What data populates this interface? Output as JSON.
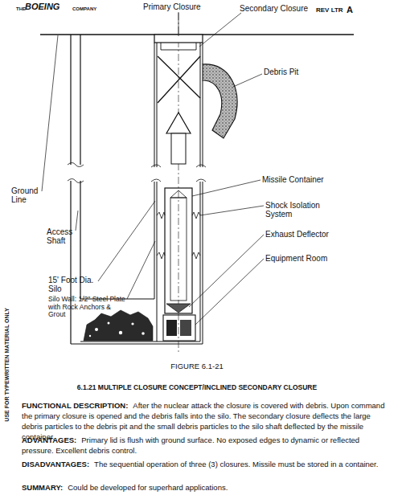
{
  "diagram": {
    "title": "6.1.21 MULTIPLE CLOSURE CONCEPT/INCLINED SECONDARY CLOSURE",
    "caption": "FIGURE 6.1-21",
    "labels": [
      "THE",
      "BOEING",
      "COMPANY",
      "REV LTR",
      "A",
      "Primary Closure",
      "Secondary Closure",
      "Ground Line",
      "Debris Pit",
      "Access Shaft",
      "Missile Container",
      "Shock Isolation System",
      "Exhaust Deflector",
      "Equipment Room",
      "15' Foot Dia. Silo",
      "Silo Wall: 1/2\" Steel Plate with Rock Anchors & Grout",
      "FUNCTIONAL DESCRIPTION:",
      "After the nuclear attack the closure is covered with debris. Upon command the primary closure is opened and the debris falls into the silo. The secondary closure deflects the large debris particles to the debris pit and the small debris particles to the silo shaft deflected by the missile container.",
      "ADVANTAGES:",
      "Primary lid is flush with ground surface. No exposed edges to dynamic or reflected pressure. Excellent debris control.",
      "DISADVANTAGES:",
      "The sequential operation of three (3) closures. Missile must be stored in a container.",
      "SUMMARY:",
      "Could be developed for superhard applications.",
      "USE FOR TYPEWRITTEN MATERIAL ONLY"
    ]
  }
}
